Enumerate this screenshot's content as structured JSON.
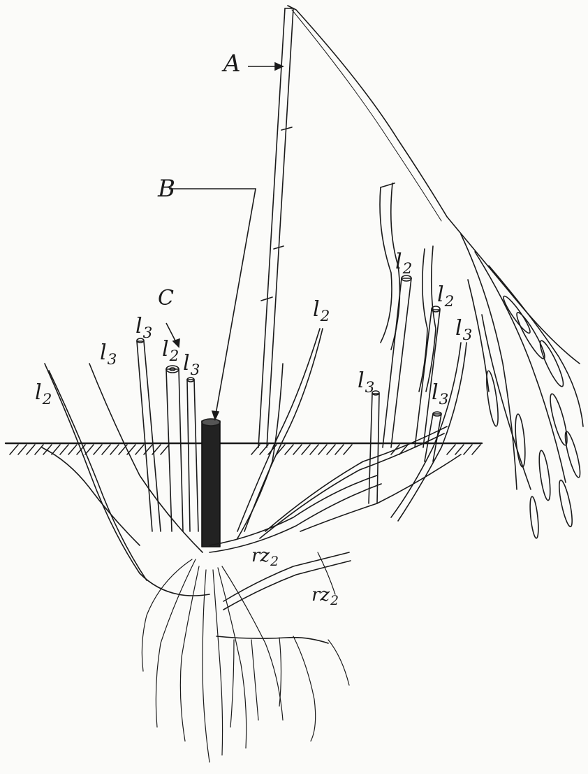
{
  "figure": {
    "labels": [
      {
        "id": "A",
        "text": "A",
        "sub": ""
      },
      {
        "id": "B",
        "text": "B",
        "sub": ""
      },
      {
        "id": "C",
        "text": "C",
        "sub": ""
      },
      {
        "id": "l2_far_left",
        "text": "l",
        "sub": "2"
      },
      {
        "id": "l3_left",
        "text": "l",
        "sub": "3"
      },
      {
        "id": "l3_top",
        "text": "l",
        "sub": "3"
      },
      {
        "id": "l2_center",
        "text": "l",
        "sub": "2"
      },
      {
        "id": "l3_center",
        "text": "l",
        "sub": "3"
      },
      {
        "id": "l2_mid",
        "text": "l",
        "sub": "2"
      },
      {
        "id": "l2_right_top",
        "text": "l",
        "sub": "2"
      },
      {
        "id": "l2_right",
        "text": "l",
        "sub": "2"
      },
      {
        "id": "l3_right_top",
        "text": "l",
        "sub": "3"
      },
      {
        "id": "l3_right_a",
        "text": "l",
        "sub": "3"
      },
      {
        "id": "l3_right_b",
        "text": "l",
        "sub": "3"
      },
      {
        "id": "rz2_a",
        "text": "rz",
        "sub": "2"
      },
      {
        "id": "rz2_b",
        "text": "rz",
        "sub": "2"
      }
    ],
    "colors": {
      "ink": "#1a1a1a",
      "cut_stem": "#222222",
      "paper": "#fbfbf9"
    }
  }
}
